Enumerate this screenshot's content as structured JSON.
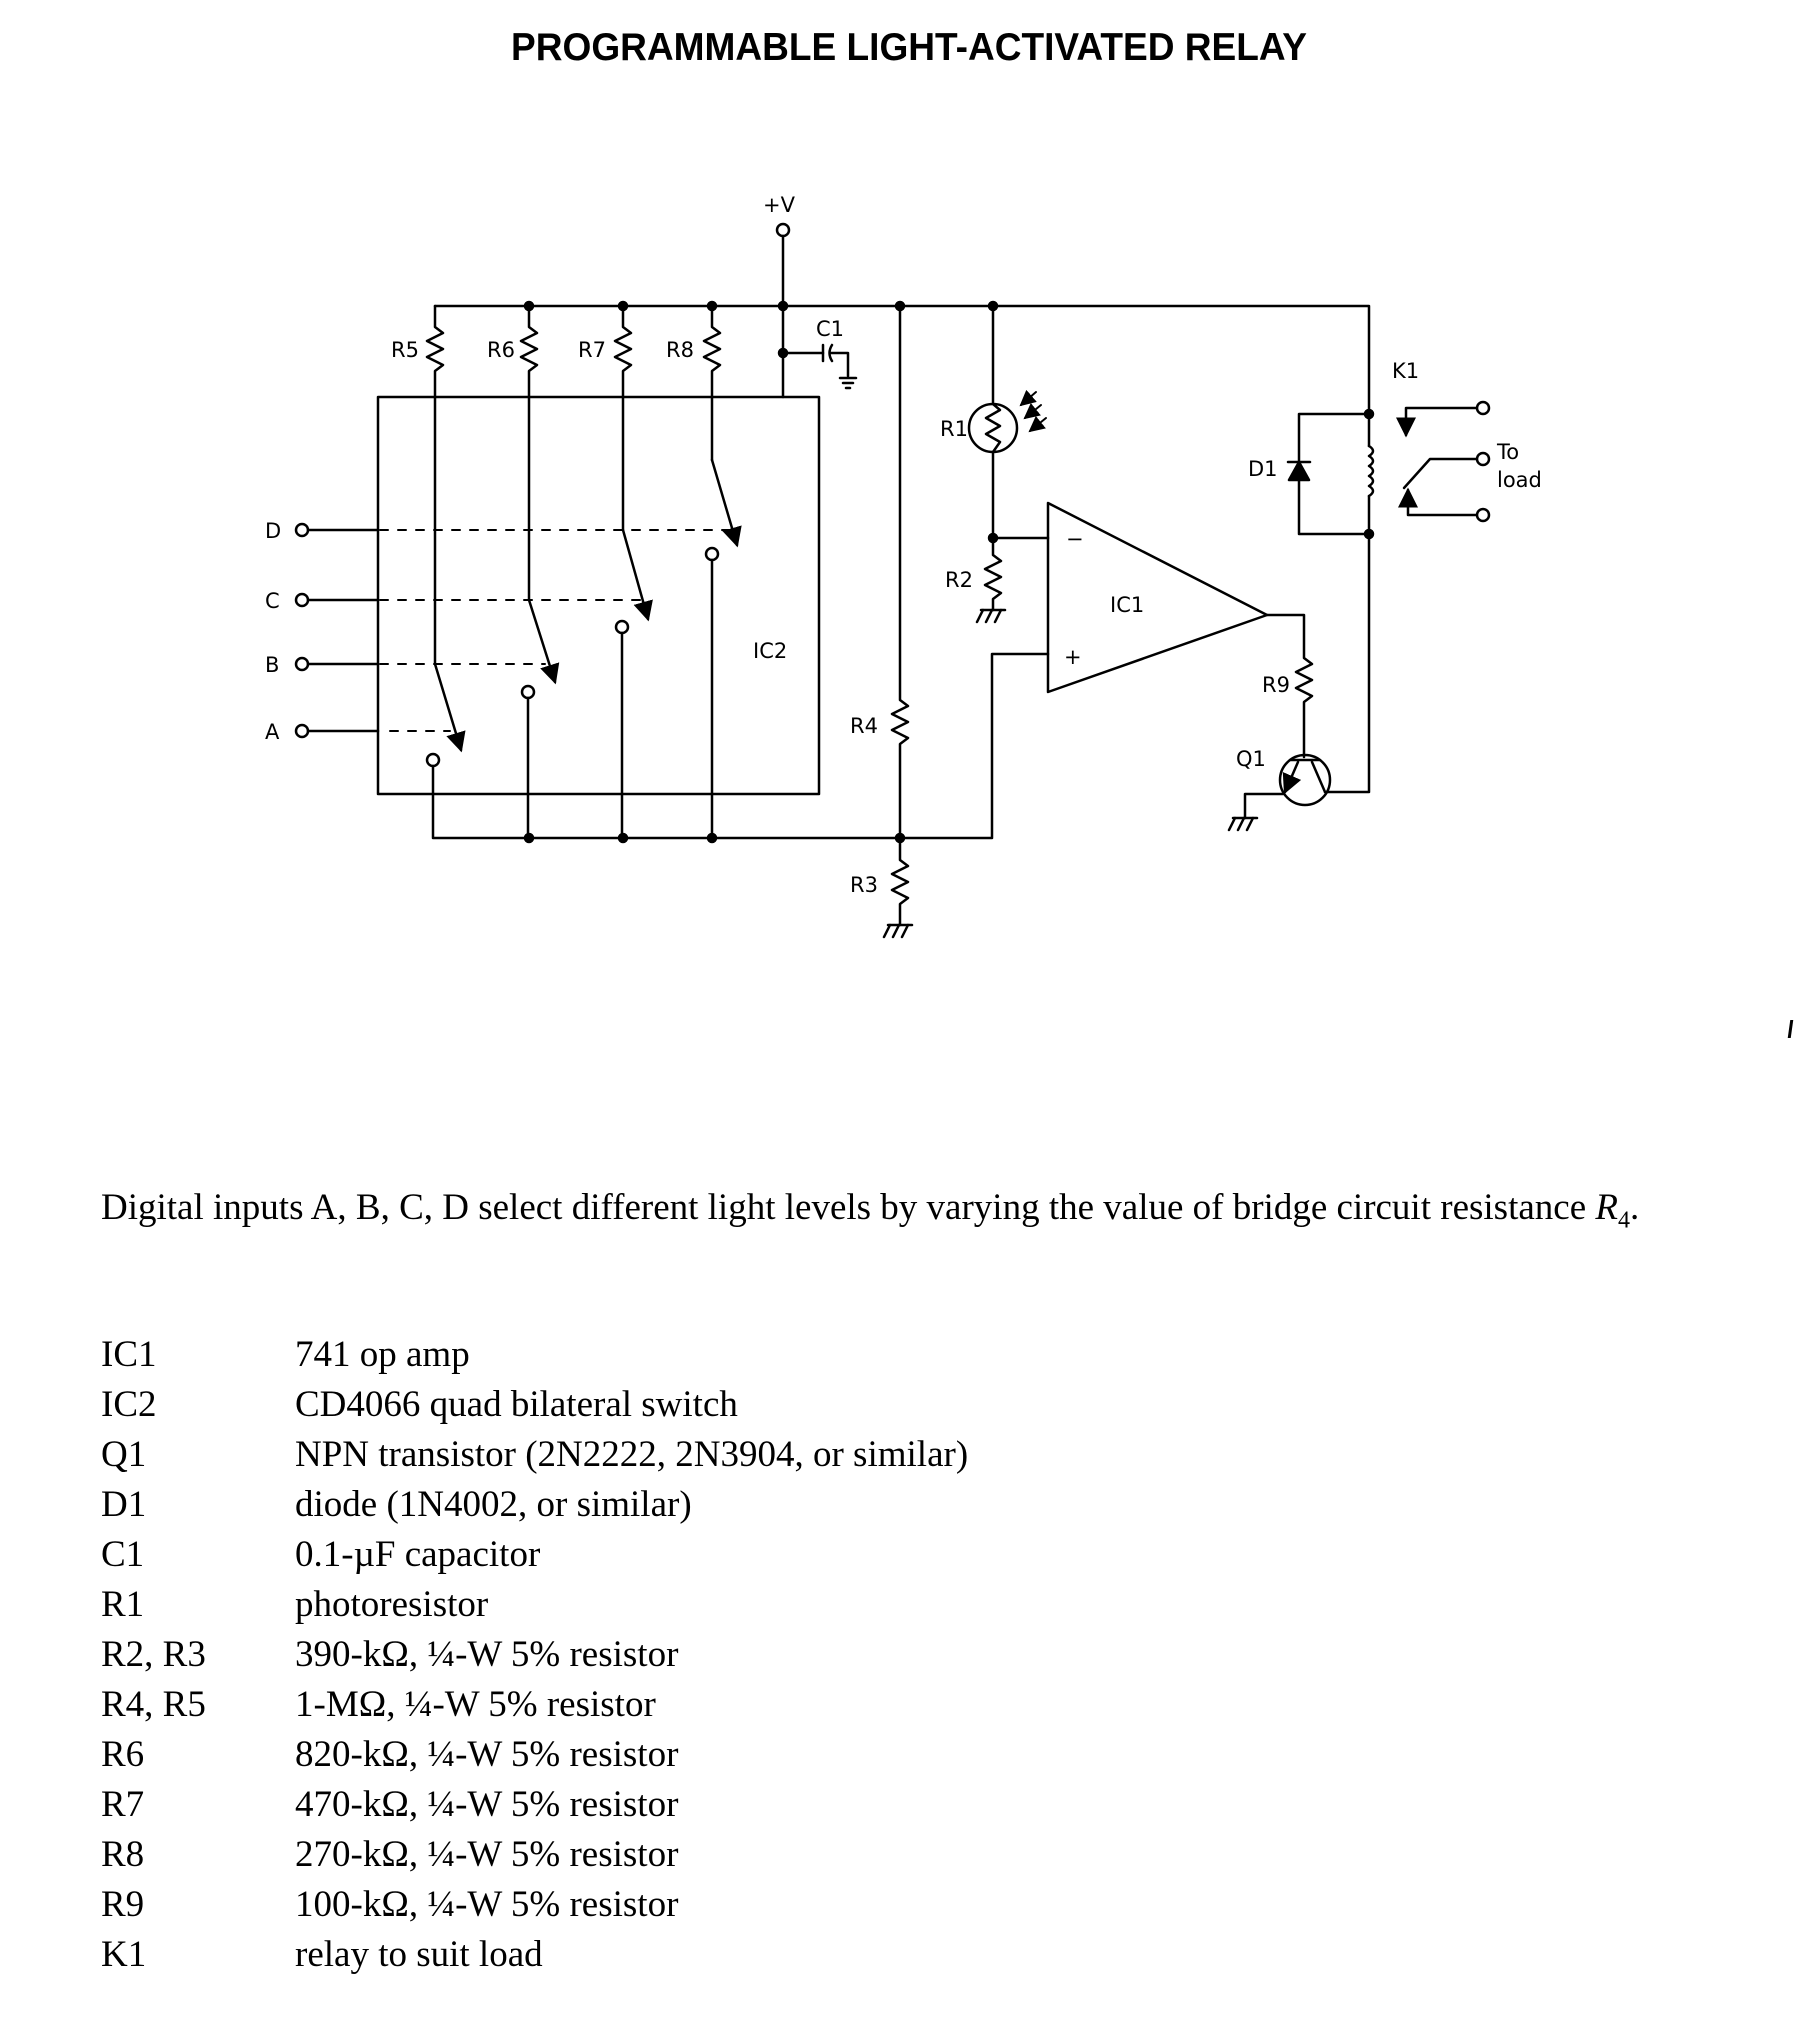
{
  "title": "PROGRAMMABLE LIGHT-ACTIVATED RELAY",
  "schematic": {
    "supply_label": "+V",
    "resistor_labels": {
      "r1": "R1",
      "r2": "R2",
      "r3": "R3",
      "r4": "R4",
      "r5": "R5",
      "r6": "R6",
      "r7": "R7",
      "r8": "R8",
      "r9": "R9"
    },
    "capacitor_label": "C1",
    "ic1_label": "IC1",
    "ic2_label": "IC2",
    "transistor_label": "Q1",
    "diode_label": "D1",
    "relay_label": "K1",
    "load_label_line1": "To",
    "load_label_line2": "load",
    "opamp_minus": "−",
    "opamp_plus": "+",
    "inputs": [
      "D",
      "C",
      "B",
      "A"
    ]
  },
  "description": {
    "text": "Digital inputs A, B, C, D select different light levels by varying the value of bridge circuit resistance ",
    "var": "R",
    "sub": "4",
    "end": "."
  },
  "parts_list": [
    {
      "id": "IC1",
      "desc": "741 op amp"
    },
    {
      "id": "IC2",
      "desc": "CD4066 quad bilateral switch"
    },
    {
      "id": "Q1",
      "desc": "NPN transistor (2N2222, 2N3904, or similar)"
    },
    {
      "id": "D1",
      "desc": "diode (1N4002, or similar)"
    },
    {
      "id": "C1",
      "desc": "0.1-µF capacitor"
    },
    {
      "id": "R1",
      "desc": "photoresistor"
    },
    {
      "id": "R2, R3",
      "desc": "390-kΩ, ¼-W 5% resistor"
    },
    {
      "id": "R4, R5",
      "desc": "1-MΩ, ¼-W 5% resistor"
    },
    {
      "id": "R6",
      "desc": "820-kΩ, ¼-W 5% resistor"
    },
    {
      "id": "R7",
      "desc": "470-kΩ, ¼-W 5% resistor"
    },
    {
      "id": "R8",
      "desc": "270-kΩ, ¼-W 5% resistor"
    },
    {
      "id": "R9",
      "desc": "100-kΩ, ¼-W 5% resistor"
    },
    {
      "id": "K1",
      "desc": "relay to suit load"
    }
  ]
}
